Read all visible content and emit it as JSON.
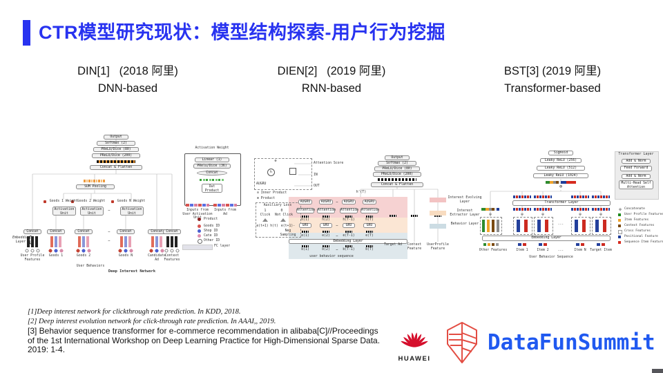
{
  "slide": {
    "title": "CTR模型研究现状：模型结构探索-用户行为挖掘"
  },
  "colors": {
    "accent": "#2833F0",
    "huawei_red": "#D50F2C",
    "datafun_red": "#E34D43",
    "summit_blue": "#2059F0",
    "evolving_band": "#F6D2D2",
    "extractor_band": "#FBE6D4",
    "behavior_band": "#DFE8EC"
  },
  "columns": [
    {
      "title": "DIN[1]   (2018 阿里)",
      "subtitle": "DNN-based"
    },
    {
      "title": "DIEN[2]   (2019 阿里)",
      "subtitle": "RNN-based"
    },
    {
      "title": "BST[3] (2019 阿里)",
      "subtitle": "Transformer-based"
    }
  ],
  "sym": {
    "ellipsis": "…",
    "dots": "...",
    "oplus": "⊕",
    "osym": "⊗",
    "brace": "{"
  },
  "din": {
    "stack": [
      "Output",
      "Softmax (2)",
      "PReLU/Dice (80)",
      "PReLU/Dice (200)",
      "Concat & Flatten"
    ],
    "sum_pooling": "SUM Pooling",
    "weight_labels": [
      "Goods 1 Weight",
      "Goods 2 Weight",
      "Goods N Weight"
    ],
    "activation_unit": "Activation Unit",
    "concat_label": "Concat",
    "embedding_layer": "Embedding Layer",
    "bottom_labels": [
      "User Profile Features",
      "Goods 1",
      "Goods 2",
      "Goods N",
      "Candidate Ad",
      "Context Features"
    ],
    "user_behaviors": "User Behaviors",
    "caption": "Deep Interest Network",
    "panel": {
      "title": "Activation Weight",
      "linear": "Linear (1)",
      "prelu": "PRelu/Dice (36)",
      "concat": "Concat",
      "out_product": "Out Product",
      "inputs_user": "Inputs from User Activation Unit",
      "inputs_ad": "Inputs from Ad"
    },
    "legend": {
      "product": "Product",
      "goods_id": "Goods ID",
      "shop_id": "Shop ID",
      "cate_id": "Cate ID",
      "other_id": "Other ID",
      "fc_layer": "FC layer"
    }
  },
  "dien": {
    "augru_box_label": "AUGRU",
    "attention_score": "Attention Score",
    "in_label": "IN",
    "out_label": "OUT",
    "h_node": "h",
    "legend_inner": "⊙ Inner Product",
    "legend_product": "⊗ Product",
    "aux": {
      "title": "Auxiliary Loss",
      "one": "1",
      "zero": "0",
      "click": "Click",
      "not_click": "Not Click",
      "e_pos": "e(t+1)",
      "h_t": "h(t)",
      "e_neg": "e(t+1)-",
      "neg_sampling": "Neg Sampling"
    },
    "stack": [
      "Output",
      "Softmax (2)",
      "PReLU/Dice (80)",
      "PReLU/Dice (200)",
      "Concat & Flatten"
    ],
    "h_prime": "h'(T)",
    "augru_cell": "AUGRU",
    "attention": "Attention",
    "gru": "GRU",
    "h_labels": [
      "h(1)",
      "h(2)",
      "h(T-1)",
      "h(T)"
    ],
    "e_labels": [
      "e(1)",
      "e(2)",
      "e(T-1)",
      "e(T)"
    ],
    "b_labels": [
      "b(1)",
      "b(2)",
      "b(T-1)",
      "b(T)"
    ],
    "embedding_layer": "Embedding Layer",
    "behavior_seq": "user behavior sequence",
    "inputs": [
      "Target Ad",
      "Context Feature",
      "UserProfile Feature"
    ],
    "layers_legend": [
      "Interest Evolving Layer",
      "Interest Extractor Layer",
      "Behavior Layer"
    ]
  },
  "bst": {
    "stack": [
      "Sigmoid",
      "Leaky ReLU (256)",
      "Leaky ReLU (512)",
      "Leaky ReLU (1024)"
    ],
    "transformer_layer": "Transformer Layer",
    "embedding_layer": "Embedding Layer",
    "items": [
      "Other Features",
      "Item 1",
      "Item 2",
      "Item N",
      "Target Item"
    ],
    "behavior_seq": "User Behavior Sequence",
    "panel": {
      "title": "Transformer Layer",
      "add_norm": "Add & Norm",
      "feed_forward": "Feed Forward",
      "add_norm2": "Add & Norm",
      "mhsa": "Multi-Head Self Attention"
    },
    "legend": [
      "Concatenate",
      "User Profile Features",
      "Item Features",
      "Context Features",
      "Cross Features",
      "Positional Feature",
      "Sequence Item Features"
    ]
  },
  "references": [
    "[1]Deep interest network for clickthrough rate prediction. In KDD, 2018.",
    "[2] Deep interest evolution network for click-through rate prediction. In AAAI,, 2019.",
    "[3] Behavior sequence transformer for e-commerce recommendation in alibaba[C]//Proceedings of the 1st International Workshop on Deep Learning Practice for High-Dimensional Sparse Data. 2019: 1-4."
  ],
  "footer": {
    "huawei": "HUAWEI",
    "summit": "DataFunSummit"
  }
}
